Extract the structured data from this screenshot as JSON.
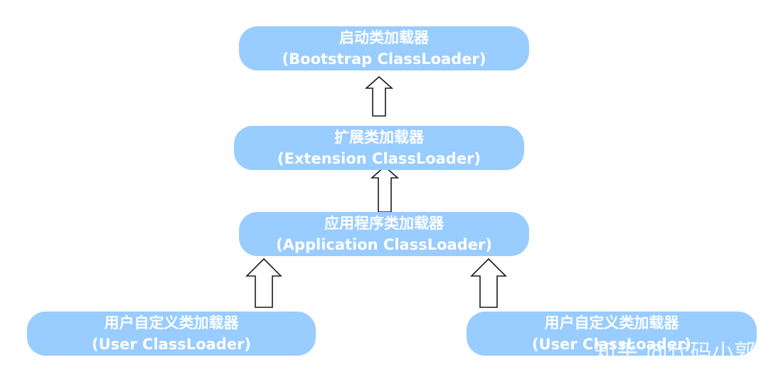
{
  "nodes": {
    "bootstrap": {
      "line1": "启动类加载器",
      "line2": "(Bootstrap ClassLoader)"
    },
    "extension": {
      "line1": "扩展类加载器",
      "line2": "(Extension ClassLoader)"
    },
    "application": {
      "line1": "应用程序类加载器",
      "line2": "(Application ClassLoader)"
    },
    "user_left": {
      "line1": "用户自定义类加载器",
      "line2": "(User ClassLoader)"
    },
    "user_right": {
      "line1": "用户自定义类加载器",
      "line2": "(User ClassLoader)"
    }
  },
  "colors": {
    "node_fill": "#99ccff",
    "node_text": "#ffffff",
    "arrow_stroke": "#1a1a1a",
    "background": "#ffffff"
  },
  "watermark": "知乎 @代码小郭"
}
